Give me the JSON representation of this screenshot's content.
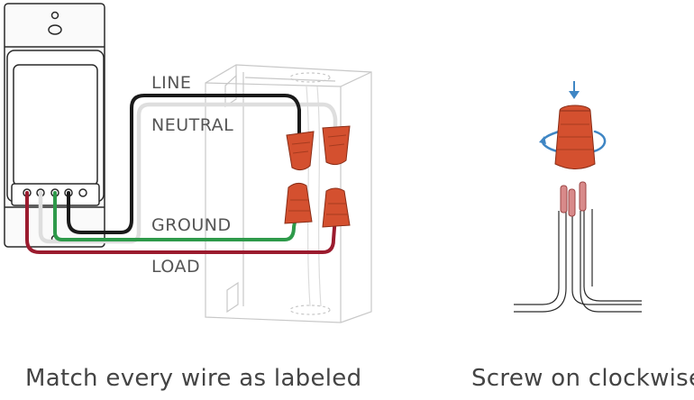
{
  "labels": {
    "line": "LINE",
    "neutral": "NEUTRAL",
    "ground": "GROUND",
    "load": "LOAD"
  },
  "captions": {
    "left": "Match every wire as labeled",
    "right": "Screw on clockwise"
  },
  "colors": {
    "line_wire": "#1a1a1a",
    "neutral_wire": "#dddddd",
    "ground_wire": "#2e9a4a",
    "load_wire": "#9b1b2e",
    "wire_nut": "#d4502f",
    "arrow": "#3f86c4"
  }
}
